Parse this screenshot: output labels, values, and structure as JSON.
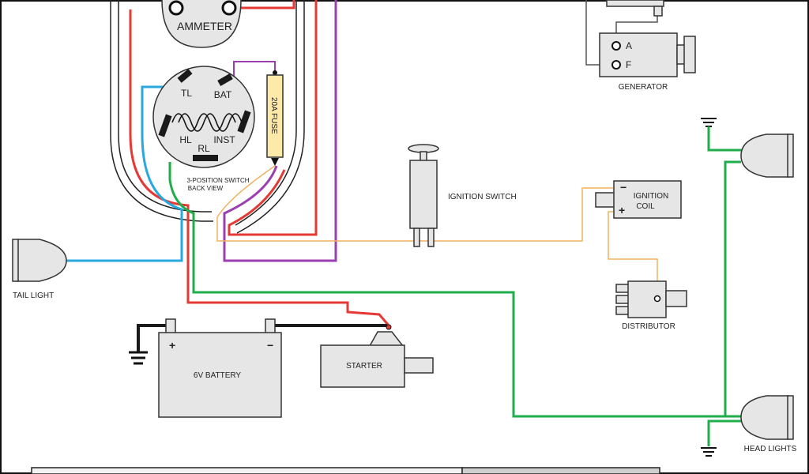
{
  "diagram": {
    "labels": {
      "ammeter": "AMMETER",
      "switch_tl": "TL",
      "switch_bat": "BAT",
      "switch_hl": "HL",
      "switch_rl": "RL",
      "switch_inst": "INST",
      "fuse": "20A FUSE",
      "switch_caption_1": "3-POSITION SWITCH",
      "switch_caption_2": "BACK VIEW",
      "generator": "GENERATOR",
      "gen_a": "A",
      "gen_f": "F",
      "ignition_switch": "IGNITION SWITCH",
      "ignition_coil_1": "IGNITION",
      "ignition_coil_2": "COIL",
      "coil_minus": "−",
      "coil_plus": "+",
      "distributor": "DISTRIBUTOR",
      "tail_light": "TAIL LIGHT",
      "battery": "6V BATTERY",
      "battery_plus": "+",
      "battery_minus": "−",
      "starter": "STARTER",
      "head_lights": "HEAD LIGHTS"
    },
    "wire_colors": {
      "red": "#e53935",
      "purple": "#9b3fb0",
      "blue": "#29a8e0",
      "green": "#1fae4b",
      "orange": "#f0b060",
      "black": "#1a1a1a",
      "gray": "#555555"
    }
  }
}
